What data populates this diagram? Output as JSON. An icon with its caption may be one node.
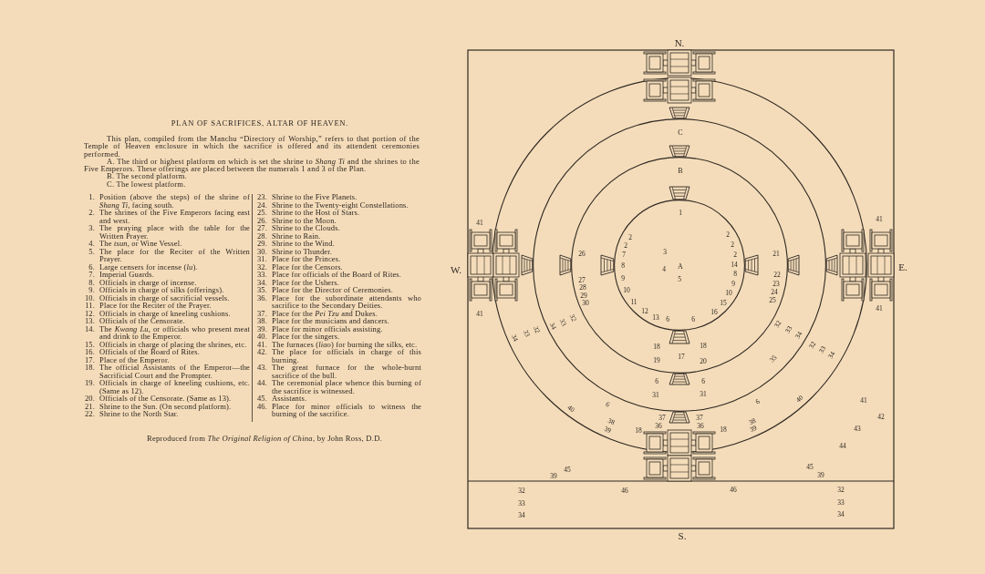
{
  "diagram": {
    "title": "PLAN OF SACRIFICES, ALTAR OF HEAVEN.",
    "caption": "Reproduced from *The Original Religion of China*, by John Ross, D.D.",
    "nodes": [
      {
        "text": [],
        "shape": "circle"
      },
      {
        "text": [
          "C"
        ],
        "in": 0
      },
      {
        "text": [
          "B"
        ],
        "in": 1
      },
      {
        "text": [
          "A"
        ],
        "in": 2
      }
    ],
    "labels": [
      "This plan, compiled from the Manchu “Directory of Worship,” refers to that portion of the Temple of Heaven enclosure in which the sacrifice is offered and its attendent ceremonies performed.",
      "A. The third or highest platform on which is set the shrine to *Shang Ti* and the shrines to the Five Emperors. These offerings are placed between the numerals 1 and 3 of the Plan.",
      "B. The second platform.",
      "C. The lowest platform.",
      "1. Position (above the steps) of the shrine of *Shang Ti*, facing south.",
      "2. The shrines of the Five Emperors facing east and west.",
      "3. The praying place with the table for the Written Prayer.",
      "4. The *tsun*, or Wine Vessel.",
      "5. The place for the Reciter of the Written Prayer.",
      "6. Large censers for incense (*lu*).",
      "7. Imperial Guards.",
      "8. Officials in charge of incense.",
      "9. Officials in charge of silks (offerings).",
      "10. Officials in charge of sacrificial vessels.",
      "11. Place for the Reciter of the Prayer.",
      "12. Officials in charge of kneeling cushions.",
      "13. Officials of the Censorate.",
      "14. The *Kwang Lu*, or officials who present meat and drink to the Emperor.",
      "15. Officials in charge of placing the shrines, etc.",
      "16. Officials of the Board of Rites.",
      "17. Place of the Emperor.",
      "18. The official Assistants of the Emperor—the Sacrificial Court and the Prompter.",
      "19. Officials in charge of kneeling cushions, etc. (Same as 12).",
      "20. Officials of the Censorate. (Same as 13).",
      "21. Shrine to the Sun. (On second platform).",
      "22. Shrine to the North Star.",
      "23. Shrine to the Five Planets.",
      "24. Shrine to the Twenty-eight Constellations.",
      "25. Shrine to the Host of Stars.",
      "26. Shrine to the Moon.",
      "27. Shrine to the Clouds.",
      "28. Shrine to Rain.",
      "29. Shrine to the Wind.",
      "30. Shrine to Thunder.",
      "31. Place for the Princes.",
      "32. Place for the Censors.",
      "33. Place for officials of the Board of Rites.",
      "34. Place for the Ushers.",
      "35. Place for the Director of Ceremonies.",
      "36. Place for the subordinate attendants who sacrifice to the Secondary Deities.",
      "37. Place for the *Pei Tzu* and Dukes.",
      "38. Place for the musicians and dancers.",
      "39. Place for minor officials assisting.",
      "40. Place for the singers.",
      "41. The furnaces (*liao*) for burning the silks, etc.",
      "42. The place for officials in charge of this burning.",
      "43. The great furnace for the whole-burnt sacrifice of the bull.",
      "44. The ceremonial place whence this burning of the sacrifice is witnessed.",
      "45. Assistants.",
      "46. Place for minor officials to witness the burning of the sacrifice.",
      "N.",
      "1",
      "41",
      "41",
      "2",
      "2",
      "2",
      "2",
      "3",
      "26",
      "7",
      "2",
      "21",
      "8",
      "4",
      "14",
      "W.",
      "E.",
      "8",
      "22",
      "9",
      "5",
      "27",
      "9",
      "23",
      "28",
      "10",
      "24",
      "10",
      "29",
      "25",
      "30",
      "11",
      "15",
      "41",
      "12",
      "16",
      "41",
      "32",
      "13",
      "6",
      "6",
      "33",
      "32",
      "34",
      "33",
      "32",
      "33",
      "34",
      "34",
      "32",
      "18",
      "18",
      "33",
      "34",
      "17",
      "35",
      "19",
      "20",
      "6",
      "6",
      "31",
      "31",
      "40",
      "41",
      "6",
      "6",
      "40",
      "42",
      "37",
      "37",
      "38",
      "38",
      "36",
      "36",
      "43",
      "18",
      "18",
      "39",
      "39",
      "44",
      "45",
      "45",
      "39",
      "39",
      "32",
      "46",
      "46",
      "32",
      "33",
      "33",
      "34",
      "34",
      "S."
    ]
  }
}
